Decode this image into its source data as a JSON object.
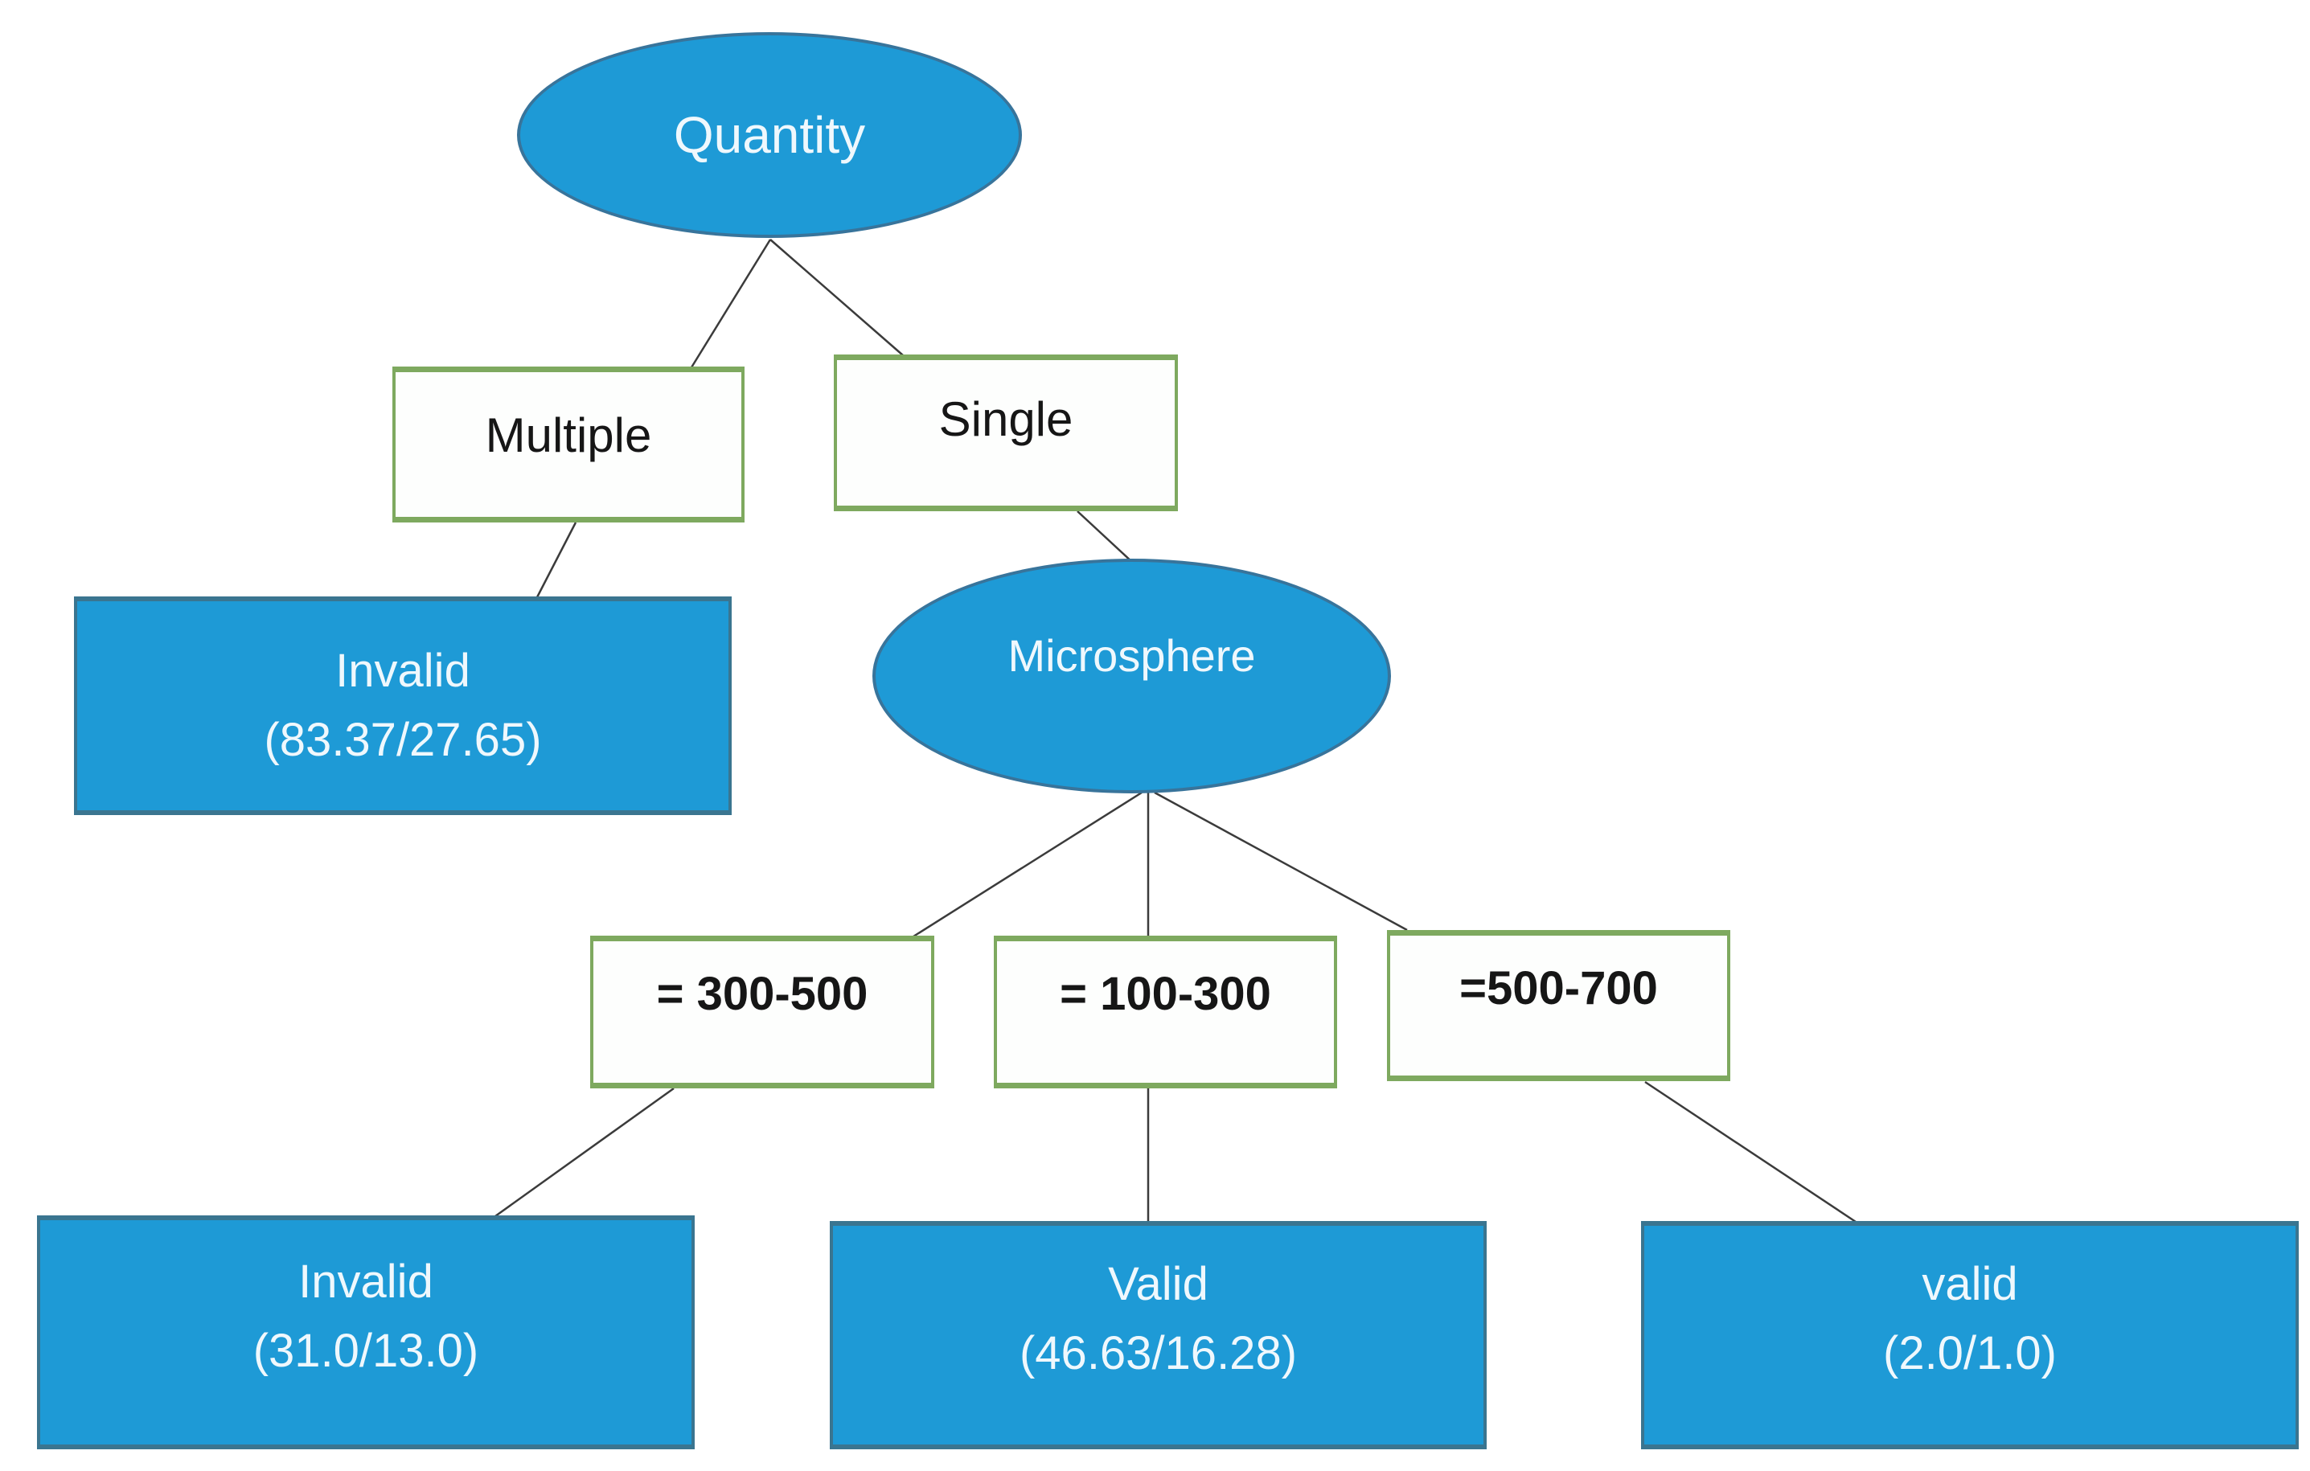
{
  "diagram": {
    "type": "decision-tree",
    "background_color": "#ffffff",
    "colors": {
      "node_fill_blue": "#1E9AD6",
      "node_border_blue": "#3A7590",
      "condition_border_green": "#7EA95F",
      "condition_fill": "#FDFEFD",
      "text_on_blue": "#EFF8FD",
      "text_on_white": "#161616",
      "connector_line": "#3B3B3B"
    },
    "nodes": {
      "quantity": {
        "label": "Quantity",
        "shape": "ellipse"
      },
      "multiple": {
        "label": "Multiple",
        "shape": "condition-box"
      },
      "single": {
        "label": "Single",
        "shape": "condition-box"
      },
      "invalid_multiple": {
        "label": "Invalid",
        "stats": "(83.37/27.65)",
        "shape": "leaf-box"
      },
      "microsphere": {
        "label": "Microsphere",
        "shape": "ellipse"
      },
      "range_300_500": {
        "label": "= 300-500",
        "shape": "condition-box"
      },
      "range_100_300": {
        "label": "= 100-300",
        "shape": "condition-box"
      },
      "range_500_700": {
        "label": "=500-700",
        "shape": "condition-box"
      },
      "invalid_300_500": {
        "label": "Invalid",
        "stats": "(31.0/13.0)",
        "shape": "leaf-box"
      },
      "valid_100_300": {
        "label": "Valid",
        "stats": "(46.63/16.28)",
        "shape": "leaf-box"
      },
      "valid_500_700": {
        "label": "valid",
        "stats": "(2.0/1.0)",
        "shape": "leaf-box"
      }
    },
    "edges": [
      {
        "from": "quantity",
        "to": "multiple"
      },
      {
        "from": "quantity",
        "to": "single"
      },
      {
        "from": "multiple",
        "to": "invalid_multiple"
      },
      {
        "from": "single",
        "to": "microsphere"
      },
      {
        "from": "microsphere",
        "to": "range_300_500"
      },
      {
        "from": "microsphere",
        "to": "range_100_300"
      },
      {
        "from": "microsphere",
        "to": "range_500_700"
      },
      {
        "from": "range_300_500",
        "to": "invalid_300_500"
      },
      {
        "from": "range_100_300",
        "to": "valid_100_300"
      },
      {
        "from": "range_500_700",
        "to": "valid_500_700"
      }
    ]
  }
}
